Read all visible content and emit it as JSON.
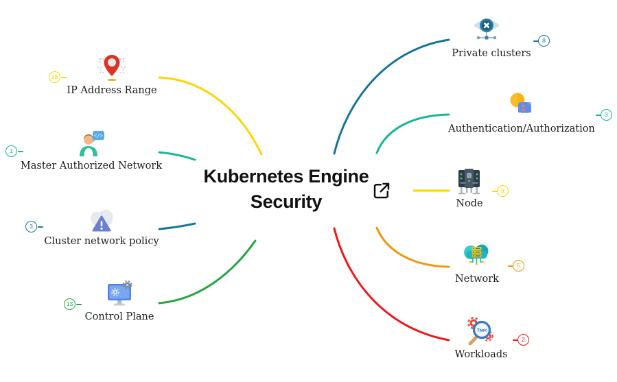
{
  "center": {
    "title_line1": "Kubernetes Engine",
    "title_line2": "Security",
    "link_icon": "external-link"
  },
  "nodes": [
    {
      "label": "IP Address Range",
      "count": "38",
      "color": "#FFD400",
      "icon": "map-pin",
      "side": "left"
    },
    {
      "label": "Master Authorized Network",
      "count": "1",
      "color": "#14B795",
      "icon": "developer-person",
      "side": "left"
    },
    {
      "label": "Cluster network policy",
      "count": "3",
      "color": "#16759B",
      "icon": "cloud-warning",
      "side": "left"
    },
    {
      "label": "Control Plane",
      "count": "13",
      "color": "#22A640",
      "icon": "monitor-gears",
      "side": "left"
    },
    {
      "label": "Private clusters",
      "count": "8",
      "color": "#16759B",
      "icon": "private-network",
      "side": "right"
    },
    {
      "label": "Authentication/Authorization",
      "count": "3",
      "color": "#14B795",
      "icon": "id-card-coin",
      "side": "right"
    },
    {
      "label": "Node",
      "count": "8",
      "color": "#FFD400",
      "icon": "server-rack",
      "side": "right"
    },
    {
      "label": "Network",
      "count": "5",
      "color": "#F5940A",
      "icon": "cloud-server",
      "side": "right"
    },
    {
      "label": "Workloads",
      "count": "2",
      "color": "#F11515",
      "icon": "task-search",
      "side": "right"
    }
  ]
}
